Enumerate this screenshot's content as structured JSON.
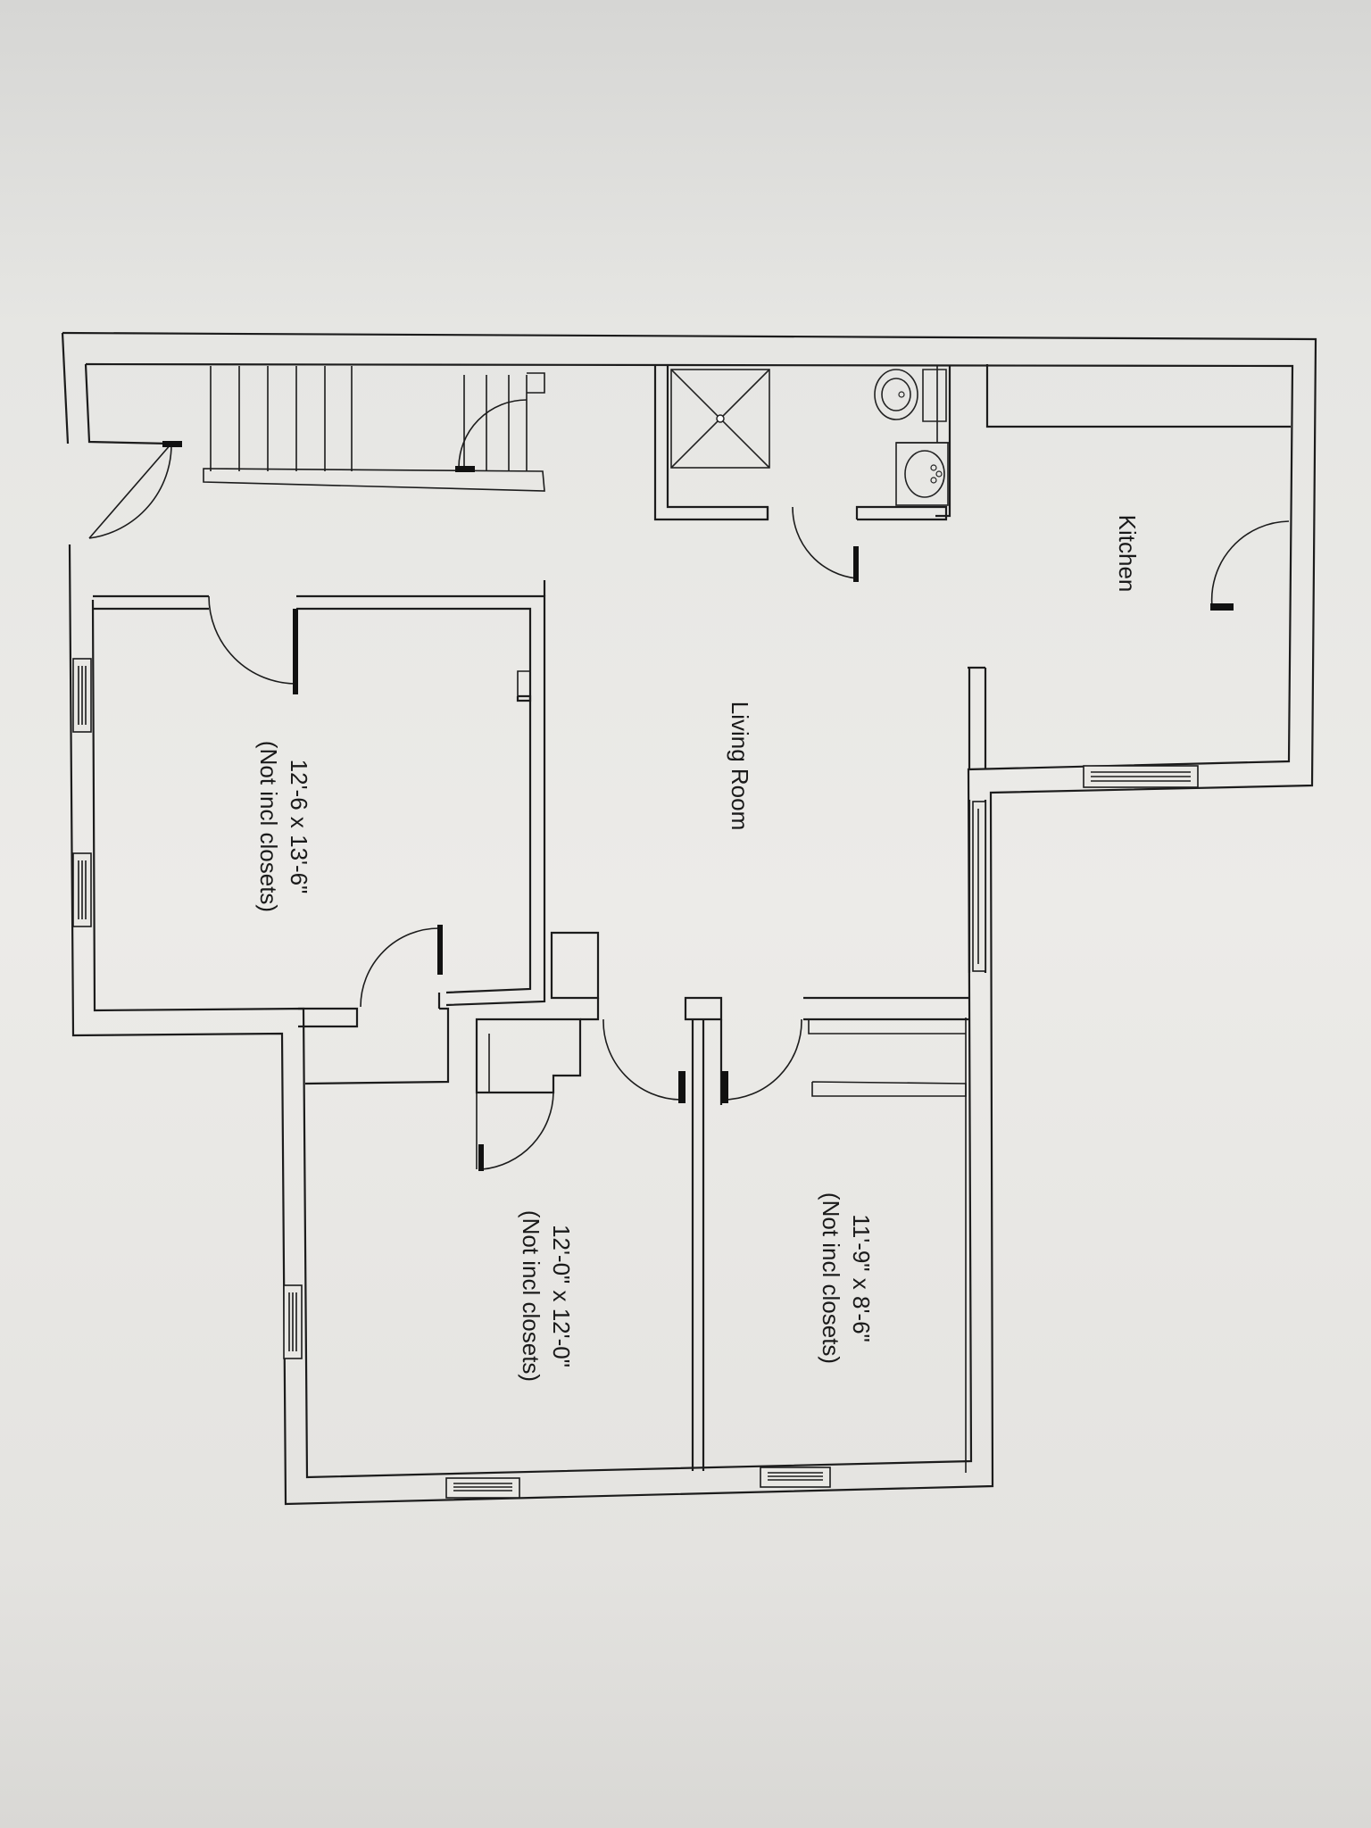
{
  "rooms": {
    "kitchen": "Kitchen",
    "living_room": "Living Room",
    "bedroom_1": {
      "size": "12'-6 x 13'-6\"",
      "note": "(Not incl closets)"
    },
    "bedroom_2": {
      "size": "12'-0\" x 12'-0\"",
      "note": "(Not incl closets)"
    },
    "bedroom_3": {
      "size": "11'-9\" x 8'-6\"",
      "note": "(Not incl closets)"
    }
  },
  "colors": {
    "paper": "#ecebe8",
    "ink": "#1c1c1c"
  }
}
